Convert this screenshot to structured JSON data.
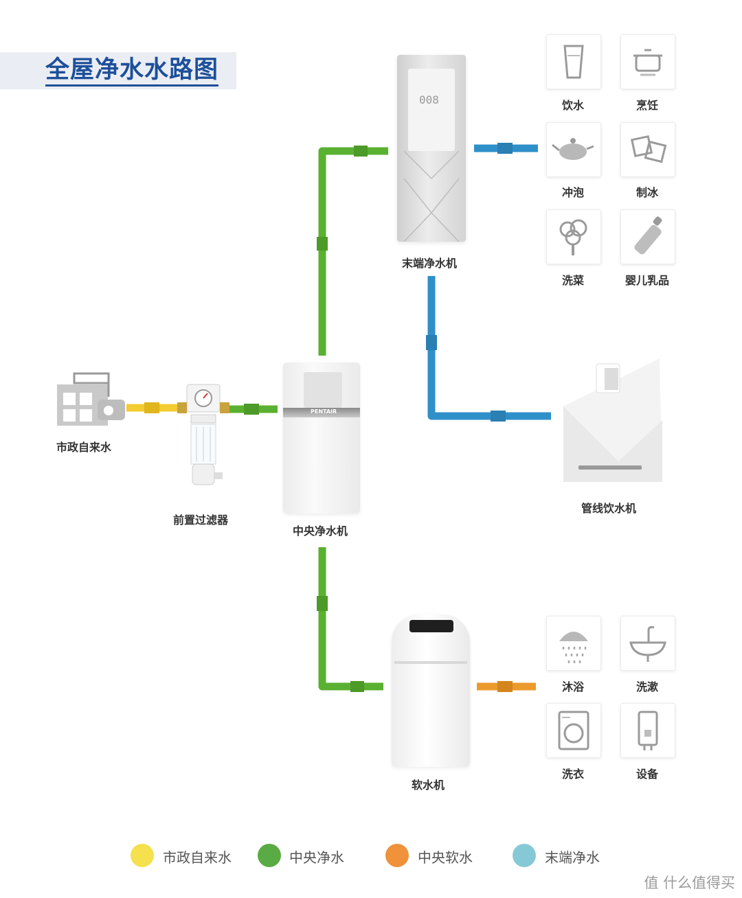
{
  "title": "全屋净水水路图",
  "nodes": {
    "municipal": "市政自来水",
    "prefilter": "前置过滤器",
    "central": "中央净水机",
    "terminal": "末端净水机",
    "pipeline_dispenser": "管线饮水机",
    "softener": "软水机"
  },
  "terminal_uses": [
    {
      "label": "饮水",
      "icon": "glass-icon"
    },
    {
      "label": "烹饪",
      "icon": "pot-icon"
    },
    {
      "label": "冲泡",
      "icon": "teapot-icon"
    },
    {
      "label": "制冰",
      "icon": "ice-cube-icon"
    },
    {
      "label": "洗菜",
      "icon": "broccoli-icon"
    },
    {
      "label": "婴儿乳品",
      "icon": "baby-bottle-icon"
    }
  ],
  "softener_uses": [
    {
      "label": "沐浴",
      "icon": "shower-icon"
    },
    {
      "label": "洗漱",
      "icon": "sink-icon"
    },
    {
      "label": "洗衣",
      "icon": "washing-machine-icon"
    },
    {
      "label": "设备",
      "icon": "water-heater-icon"
    }
  ],
  "legend": [
    {
      "label": "市政自来水",
      "color": "#f5e04e"
    },
    {
      "label": "中央净水",
      "color": "#5aab44"
    },
    {
      "label": "中央软水",
      "color": "#ef923a"
    },
    {
      "label": "末端净水",
      "color": "#86c9d6"
    }
  ],
  "pipe_colors": {
    "yellow": "#f2cc30",
    "green": "#5ab031",
    "blue": "#2f8fc9",
    "orange": "#eb9a2c"
  },
  "devices": {
    "brand": "PENTAIR",
    "display": "008"
  },
  "watermark": "值 什么值得买"
}
